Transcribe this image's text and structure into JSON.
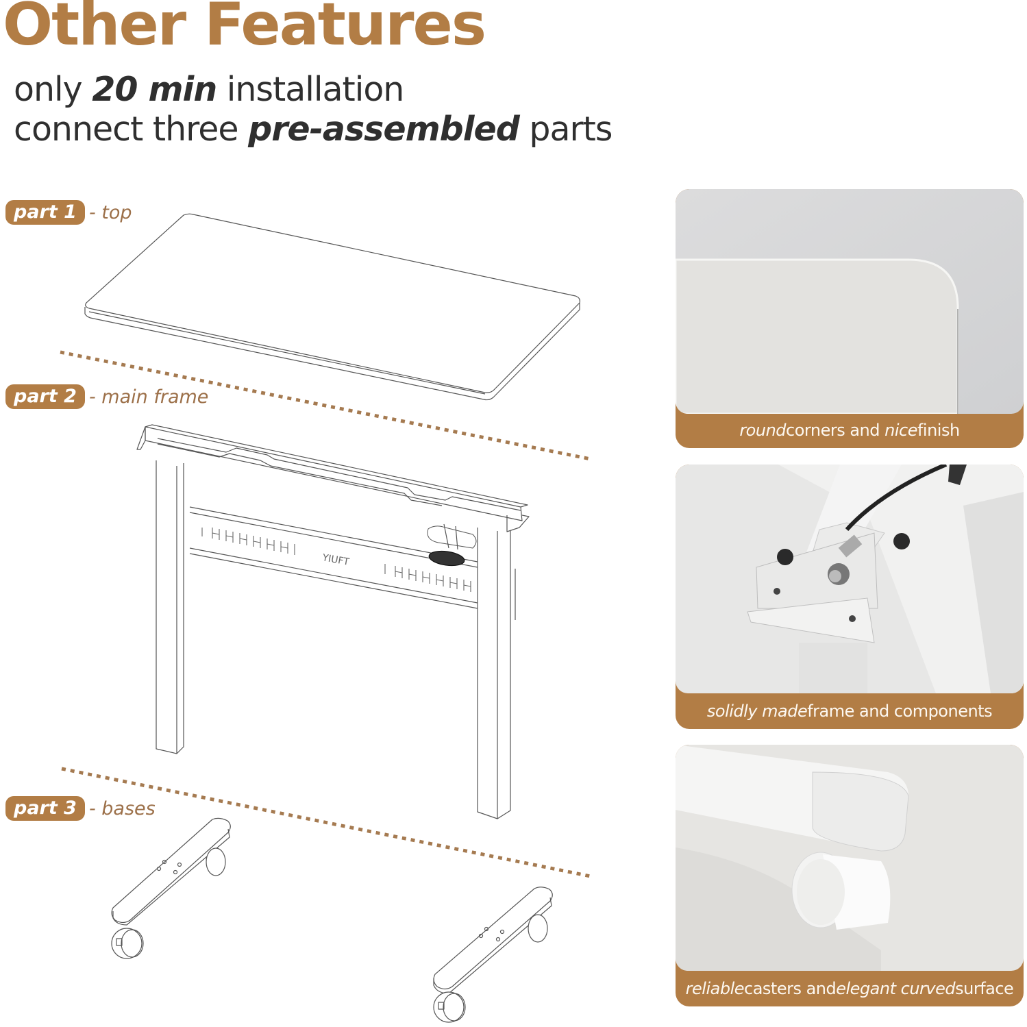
{
  "header": {
    "title": "Other Features",
    "line1": {
      "prefix": "only ",
      "emphasis": "20 min",
      "suffix": " installation"
    },
    "line2": {
      "prefix": "connect three ",
      "emphasis": "pre-assembled",
      "suffix": " parts"
    }
  },
  "parts": [
    {
      "badge": "part 1",
      "desc": "- top"
    },
    {
      "badge": "part 2",
      "desc": "- main frame"
    },
    {
      "badge": "part 3",
      "desc": "- bases"
    }
  ],
  "drawing": {
    "frame_logo": "YIUFT"
  },
  "cards": [
    {
      "caption": {
        "em1": "round",
        "mid1": " corners and ",
        "em2": "nice",
        "mid2": " finish"
      }
    },
    {
      "caption": {
        "em1": "solidly made",
        "mid1": " frame and components",
        "em2": "",
        "mid2": ""
      }
    },
    {
      "caption": {
        "em1": "reliable",
        "mid1": " casters and ",
        "em2": "elegant curved",
        "mid2": " surface"
      }
    }
  ],
  "colors": {
    "accent": "#b27d45",
    "text_dark": "#2f2f2f",
    "part_desc": "#9c7049",
    "caption_text": "#fdf8f1",
    "dotted_line": "#a57a50"
  }
}
